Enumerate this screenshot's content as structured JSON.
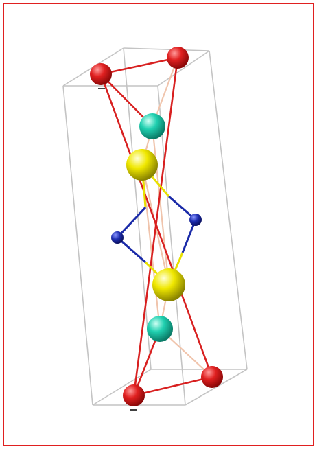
{
  "viewer": {
    "border_color": "#e02020",
    "background_color": "#ffffff"
  },
  "structure": {
    "cell_edge_color": "#c0c0c0",
    "atom_types": [
      {
        "id": "red-atom",
        "color": "#d81818",
        "highlight": "#ff8a8a"
      },
      {
        "id": "cyan-atom",
        "color": "#18c8a8",
        "highlight": "#b8fff0"
      },
      {
        "id": "yellow-atom",
        "color": "#e8e000",
        "highlight": "#ffffc0"
      },
      {
        "id": "blue-atom",
        "color": "#1a2aa8",
        "highlight": "#8090ff"
      }
    ],
    "bond_colors": {
      "red": "#d82020",
      "blue": "#1a2aa8",
      "yellow": "#e8e000",
      "light": "#f0c8b0"
    }
  }
}
